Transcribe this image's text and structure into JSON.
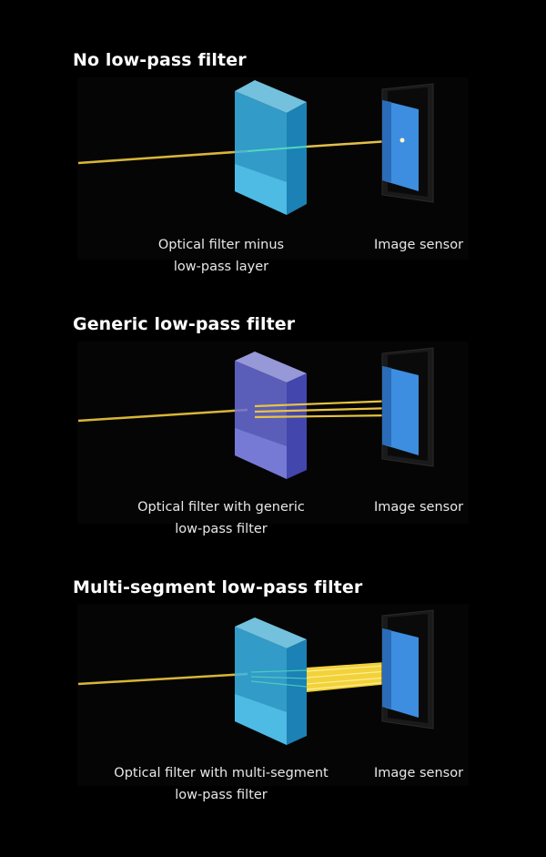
{
  "sections": [
    {
      "title": "No low-pass filter",
      "filter_caption_line1": "Optical filter minus",
      "filter_caption_line2": "low-pass layer",
      "sensor_caption": "Image sensor"
    },
    {
      "title": "Generic low-pass filter",
      "filter_caption_line1": "Optical filter with generic",
      "filter_caption_line2": "low-pass filter",
      "sensor_caption": "Image sensor"
    },
    {
      "title": "Multi-segment low-pass filter",
      "filter_caption_line1": "Optical filter with multi-segment",
      "filter_caption_line2": "low-pass filter",
      "sensor_caption": "Image sensor"
    }
  ],
  "colors": {
    "background": "#000000",
    "light_beam": "#e8c440",
    "filter_blue": "#3fb8e8",
    "filter_purple": "#6b6fd8",
    "sensor_blue": "#3d8ee0"
  }
}
